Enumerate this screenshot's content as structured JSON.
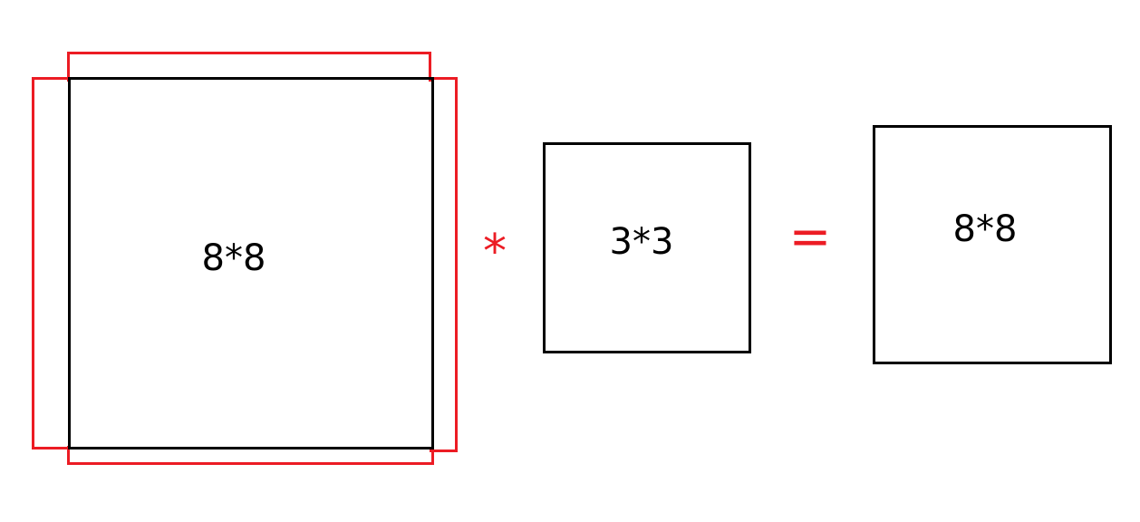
{
  "diagram": {
    "input_label": "8*8",
    "kernel_label": "3*3",
    "output_label": "8*8",
    "multiply_operator": "*",
    "equals_operator": "=",
    "colors": {
      "box_border": "#000000",
      "padding_border": "#ec1c24",
      "operator": "#ec1c24",
      "background": "#ffffff"
    }
  }
}
